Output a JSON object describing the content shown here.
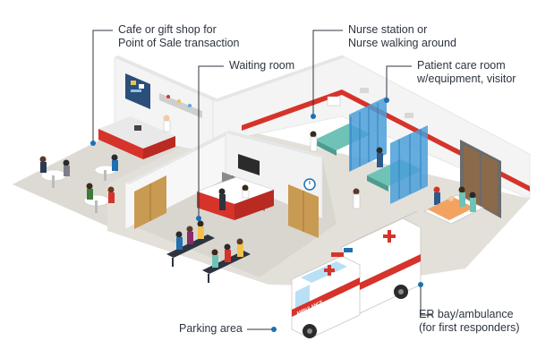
{
  "callouts": {
    "cafe": {
      "line1": "Cafe or gift shop for",
      "line2": "Point of Sale transaction"
    },
    "waiting": {
      "line1": "Waiting room"
    },
    "nurse": {
      "line1": "Nurse station or",
      "line2": "Nurse walking around"
    },
    "patient": {
      "line1": "Patient care room",
      "line2": "w/equipment, visitor"
    },
    "parking": {
      "line1": "Parking area"
    },
    "er": {
      "line1": "ER bay/ambulance",
      "line2": "(for first responders)"
    }
  },
  "signage": {
    "ambulance_side": "AMBULANCE",
    "ambulance_front": "AMBULANCE"
  },
  "colors": {
    "accent": "#1f6fb2",
    "floor": "#dedbd6",
    "wall": "#f3f3f3",
    "red_stripe": "#d6332a",
    "curtain": "#4a9fd8",
    "door": "#c99a52",
    "text": "#2d3440"
  },
  "icons": [
    "callout-dot-icon",
    "red-cross-icon",
    "clock-icon",
    "tv-icon"
  ]
}
